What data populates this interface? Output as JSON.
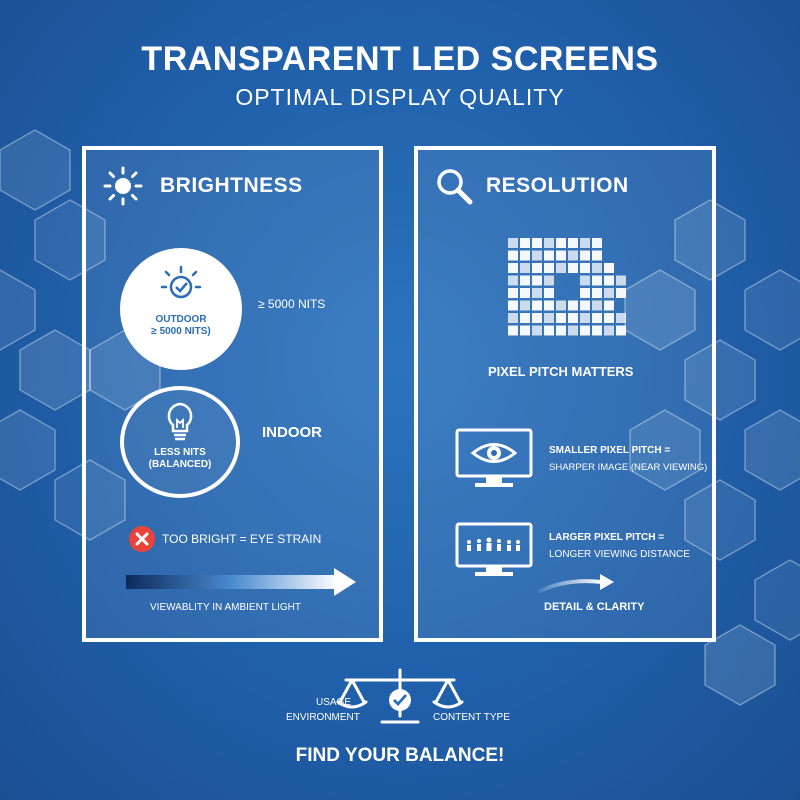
{
  "header": {
    "title": "TRANSPARENT LED SCREENS",
    "subtitle": "OPTIMAL DISPLAY QUALITY"
  },
  "brightness": {
    "title": "BRIGHTNESS",
    "icon": "sun-icon",
    "outdoor": {
      "circle_line1": "OUTDOOR",
      "circle_line2": "≥ 5000 NITS)",
      "side_label": "≥ 5000 NITS"
    },
    "indoor": {
      "circle_line1": "LESS NITS",
      "circle_line2": "(BALANCED)",
      "side_label": "INDOOR"
    },
    "warning": "TOO BRIGHT = EYE STRAIN",
    "gradient_label": "VIEWABLITY IN AMBIENT LIGHT"
  },
  "resolution": {
    "title": "RESOLUTION",
    "icon": "magnifier-icon",
    "pixel_label": "PIXEL PITCH MATTERS",
    "smaller": {
      "line1": "SMALLER PIXEL PITCH =",
      "line2": "SHARPER IMAGE (NEAR VIEWING)"
    },
    "larger": {
      "line1": "LARGER PIXEL PITCH =",
      "line2": "LONGER VIEWING DISTANCE"
    },
    "detail_label": "DETAIL & CLARITY"
  },
  "footer": {
    "left_label_line1": "USAGE",
    "left_label_line2": "ENVIRONMENT",
    "right_label": "CONTENT TYPE",
    "cta": "FIND YOUR BALANCE!"
  },
  "colors": {
    "background": "#205fa9",
    "warning": "#e8443a",
    "panel_border": "#ffffff"
  }
}
